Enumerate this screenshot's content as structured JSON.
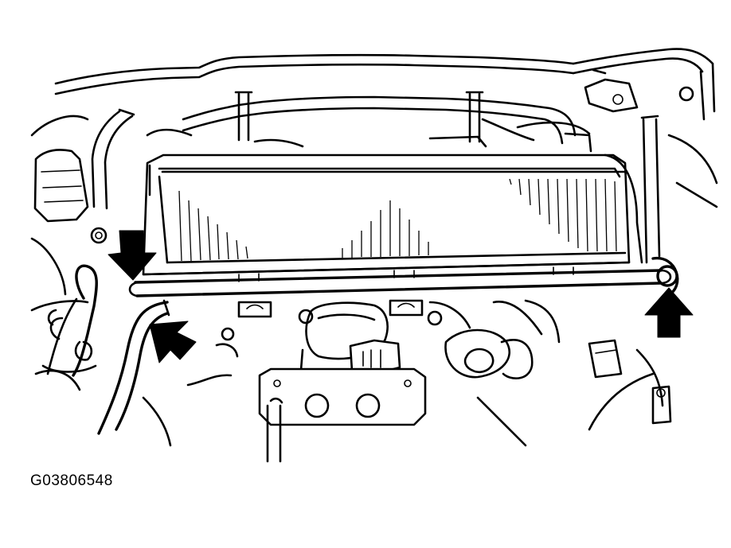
{
  "figure": {
    "code": "G03806548"
  },
  "colors": {
    "ink": "#000000",
    "paper": "#ffffff"
  },
  "callouts": [
    {
      "name": "arrow-left-clip",
      "direction": "down"
    },
    {
      "name": "arrow-left-hose",
      "direction": "up-left"
    },
    {
      "name": "arrow-right-clip",
      "direction": "up"
    }
  ]
}
